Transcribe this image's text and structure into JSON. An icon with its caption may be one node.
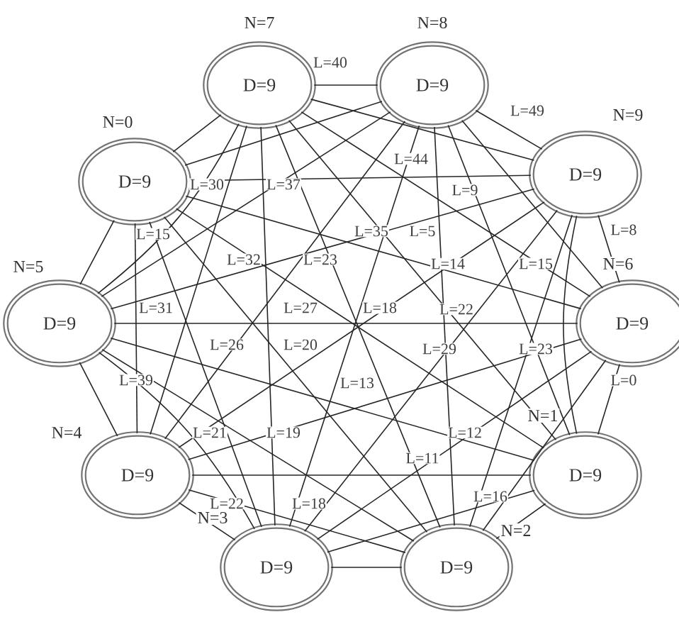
{
  "diagram": {
    "nodes": [
      {
        "text": [
          "D=9"
        ],
        "beside": [
          "N=7"
        ]
      },
      {
        "text": [
          "D=9"
        ],
        "beside": [
          "N=8"
        ]
      },
      {
        "text": [
          "D=9"
        ],
        "beside": [
          "N=0"
        ]
      },
      {
        "text": [
          "D=9"
        ],
        "beside": [
          "N=9"
        ]
      },
      {
        "text": [
          "D=9"
        ],
        "beside": [
          "N=5"
        ]
      },
      {
        "text": [
          "D=9"
        ],
        "beside": [
          "N=6"
        ]
      },
      {
        "text": [
          "D=9"
        ],
        "beside": [
          "N=4"
        ]
      },
      {
        "text": [
          "D=9"
        ],
        "beside": [
          "N=1"
        ]
      },
      {
        "text": [
          "D=9"
        ],
        "beside": [
          "N=3"
        ]
      },
      {
        "text": [
          "D=9"
        ],
        "beside": [
          "N=2"
        ]
      }
    ],
    "edges": [
      {
        "from": 0,
        "to": 1,
        "arrow": "none"
      },
      {
        "from": 0,
        "to": 2,
        "arrow": "none"
      },
      {
        "from": 0,
        "to": 3,
        "arrow": "none"
      },
      {
        "from": 0,
        "to": 4,
        "arrow": "none"
      },
      {
        "from": 0,
        "to": 5,
        "arrow": "none"
      },
      {
        "from": 0,
        "to": 6,
        "arrow": "none"
      },
      {
        "from": 0,
        "to": 7,
        "arrow": "none"
      },
      {
        "from": 0,
        "to": 8,
        "arrow": "none"
      },
      {
        "from": 0,
        "to": 9,
        "arrow": "none"
      },
      {
        "from": 1,
        "to": 2,
        "arrow": "none"
      },
      {
        "from": 1,
        "to": 3,
        "arrow": "none"
      },
      {
        "from": 1,
        "to": 4,
        "arrow": "none"
      },
      {
        "from": 1,
        "to": 5,
        "arrow": "none"
      },
      {
        "from": 1,
        "to": 6,
        "arrow": "none"
      },
      {
        "from": 1,
        "to": 7,
        "arrow": "none"
      },
      {
        "from": 1,
        "to": 8,
        "arrow": "none"
      },
      {
        "from": 1,
        "to": 9,
        "arrow": "none"
      },
      {
        "from": 2,
        "to": 3,
        "arrow": "none"
      },
      {
        "from": 2,
        "to": 4,
        "arrow": "none"
      },
      {
        "from": 2,
        "to": 5,
        "arrow": "none"
      },
      {
        "from": 2,
        "to": 6,
        "arrow": "none"
      },
      {
        "from": 2,
        "to": 7,
        "arrow": "none"
      },
      {
        "from": 2,
        "to": 8,
        "arrow": "none"
      },
      {
        "from": 2,
        "to": 9,
        "arrow": "none"
      },
      {
        "from": 3,
        "to": 4,
        "arrow": "none"
      },
      {
        "from": 3,
        "to": 5,
        "arrow": "none"
      },
      {
        "from": 3,
        "to": 6,
        "arrow": "none"
      },
      {
        "from": 3,
        "to": 7,
        "arrow": "none"
      },
      {
        "from": 3,
        "to": 8,
        "arrow": "none"
      },
      {
        "from": 3,
        "to": 9,
        "arrow": "none"
      },
      {
        "from": 4,
        "to": 5,
        "arrow": "none"
      },
      {
        "from": 4,
        "to": 6,
        "arrow": "none"
      },
      {
        "from": 4,
        "to": 7,
        "arrow": "none"
      },
      {
        "from": 4,
        "to": 8,
        "arrow": "none"
      },
      {
        "from": 4,
        "to": 9,
        "arrow": "none"
      },
      {
        "from": 5,
        "to": 6,
        "arrow": "none"
      },
      {
        "from": 5,
        "to": 7,
        "arrow": "none"
      },
      {
        "from": 5,
        "to": 8,
        "arrow": "none"
      },
      {
        "from": 5,
        "to": 9,
        "arrow": "none"
      },
      {
        "from": 6,
        "to": 7,
        "arrow": "none"
      },
      {
        "from": 6,
        "to": 8,
        "arrow": "none"
      },
      {
        "from": 6,
        "to": 9,
        "arrow": "none"
      },
      {
        "from": 7,
        "to": 8,
        "arrow": "none"
      },
      {
        "from": 7,
        "to": 9,
        "arrow": "none"
      },
      {
        "from": 8,
        "to": 9,
        "arrow": "none"
      }
    ],
    "labels": [
      "L=40",
      "L=49",
      "L=30",
      "L=37",
      "L=44",
      "L=9",
      "L=15",
      "L=8",
      "L=32",
      "L=23",
      "L=35",
      "L=5",
      "L=14",
      "L=15",
      "L=31",
      "L=27",
      "L=18",
      "L=22",
      "L=26",
      "L=20",
      "L=29",
      "L=23",
      "L=39",
      "L=13",
      "L=0",
      "L=21",
      "L=19",
      "L=12",
      "L=11",
      "L=22",
      "L=18",
      "L=16"
    ]
  }
}
